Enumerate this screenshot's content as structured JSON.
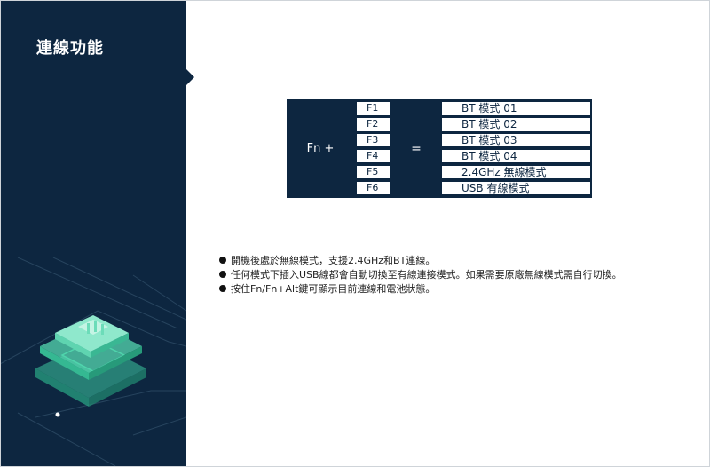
{
  "sidebar": {
    "title": "連線功能"
  },
  "keymap": {
    "combo": "Fn +",
    "equals": "=",
    "keys": [
      "F1",
      "F2",
      "F3",
      "F4",
      "F5",
      "F6"
    ],
    "modes": [
      "BT 模式 01",
      "BT 模式 02",
      "BT 模式 03",
      "BT 模式 04",
      "2.4GHz 無線模式",
      "USB 有線模式"
    ]
  },
  "notes": [
    "開機後處於無線模式，支援2.4GHz和BT連線。",
    "任何模式下插入USB線都會自動切換至有線連接模式。如果需要原廠無線模式需自行切換。",
    "按住Fn/Fn+Alt鍵可顯示目前連線和電池狀態。"
  ],
  "colors": {
    "navy": "#0d2640",
    "accent": "#3ec9a0"
  }
}
